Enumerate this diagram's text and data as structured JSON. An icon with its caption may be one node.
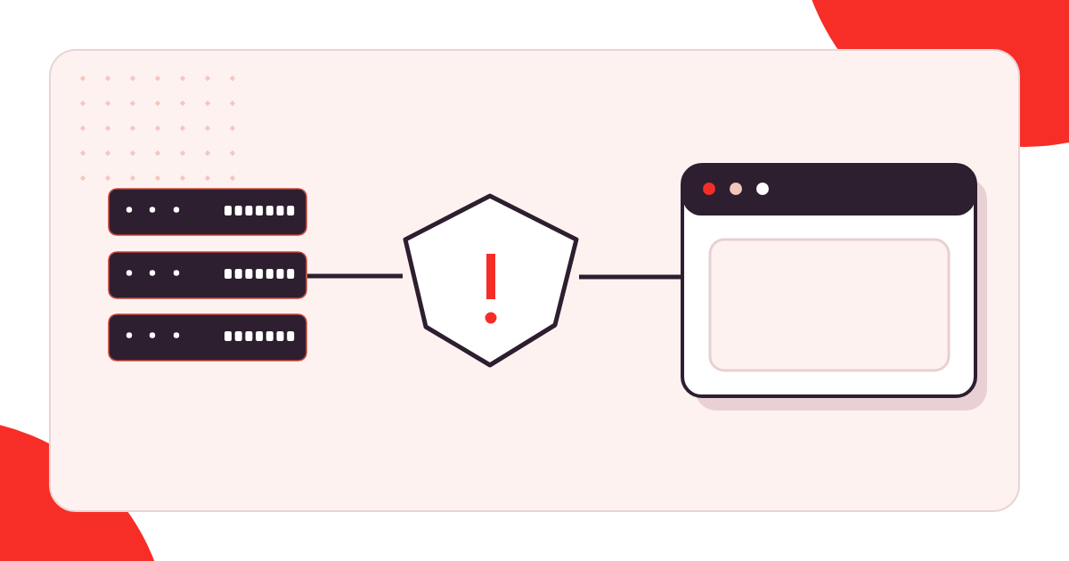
{
  "diagram": {
    "nodes": [
      {
        "text": [],
        "shape": "picture"
      },
      {
        "text": [],
        "shape": "picture"
      },
      {
        "text": [],
        "shape": "picture"
      },
      {
        "text": [],
        "shape": "picture"
      },
      {
        "text": [],
        "shape": "picture"
      }
    ],
    "edges": [
      {
        "from": 1,
        "to": 3,
        "arrow": "none"
      },
      {
        "from": 3,
        "to": 4,
        "arrow": "none"
      }
    ]
  }
}
